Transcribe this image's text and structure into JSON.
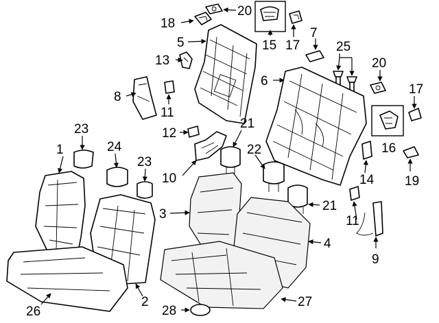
{
  "labels": {
    "p1": "1",
    "p2": "2",
    "p3": "3",
    "p4": "4",
    "p5": "5",
    "p6": "6",
    "p7": "7",
    "p8": "8",
    "p9": "9",
    "p10": "10",
    "p11a": "11",
    "p11b": "11",
    "p12": "12",
    "p13": "13",
    "p14": "14",
    "p15": "15",
    "p16": "16",
    "p17a": "17",
    "p17b": "17",
    "p18": "18",
    "p19": "19",
    "p20a": "20",
    "p20b": "20",
    "p21a": "21",
    "p21b": "21",
    "p22": "22",
    "p23a": "23",
    "p23b": "23",
    "p24": "24",
    "p25": "25",
    "p26": "26",
    "p27": "27",
    "p28": "28"
  }
}
